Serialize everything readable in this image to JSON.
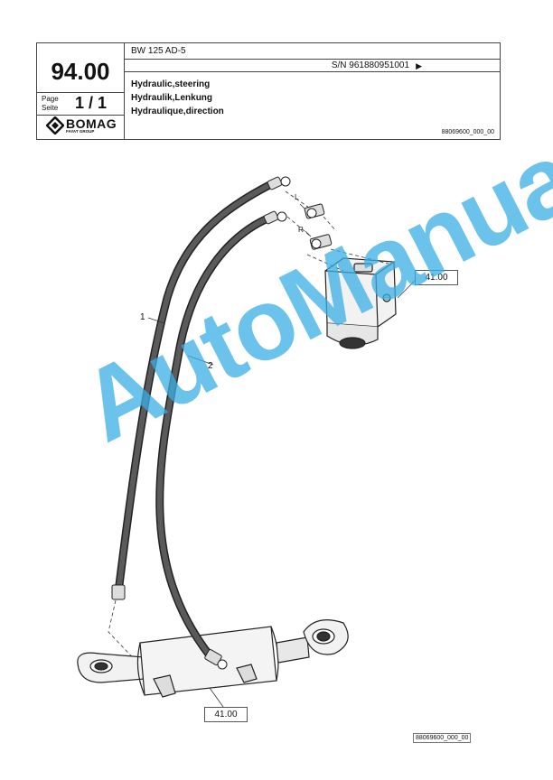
{
  "header": {
    "section_number": "94.00",
    "page_label_1": "Page",
    "page_label_2": "Seite",
    "page_value": "1 / 1",
    "logo_name": "BOMAG",
    "logo_sub": "FAYAT GROUP",
    "model": "BW 125 AD-5",
    "serial": "S/N 961880951001",
    "serial_arrow": "▶",
    "title_en": "Hydraulic,steering",
    "title_de": "Hydraulik,Lenkung",
    "title_fr": "Hydraulique,direction",
    "drawing_code": "88069600_000_00"
  },
  "drawing": {
    "labels": {
      "hose_1": "1",
      "hose_2": "2",
      "port_l": "L",
      "port_r": "R",
      "ref_top": "41.00",
      "ref_bottom": "41.00"
    },
    "bottom_code": "88069600_000_00"
  },
  "watermark": "AutoManual",
  "colors": {
    "watermark": "#3ab0e6",
    "hose": "#4a4a4a"
  }
}
